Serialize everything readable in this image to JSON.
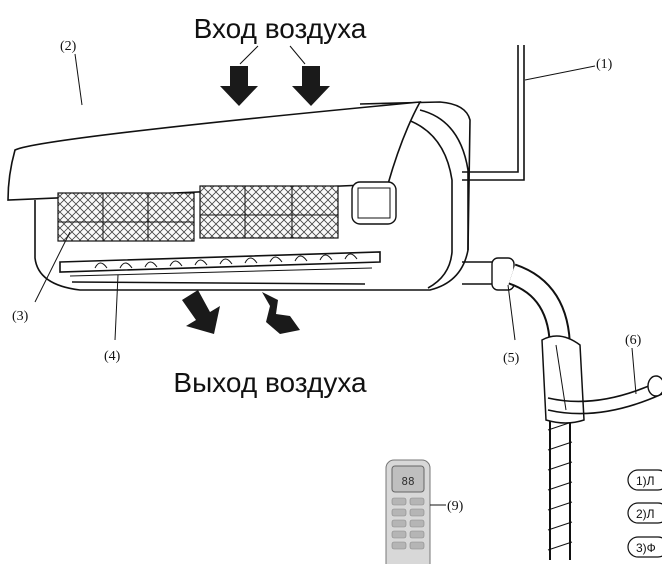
{
  "title_in": "Вход воздуха",
  "title_out": "Выход воздуха",
  "callouts": {
    "c1": "(1)",
    "c2": "(2)",
    "c3": "(3)",
    "c4": "(4)",
    "c5": "(5)",
    "c6": "(6)",
    "c9": "(9)"
  },
  "legend": [
    {
      "label": "1)Л"
    },
    {
      "label": "2)Л"
    },
    {
      "label": "3)Ф"
    }
  ],
  "remote_display": "88"
}
